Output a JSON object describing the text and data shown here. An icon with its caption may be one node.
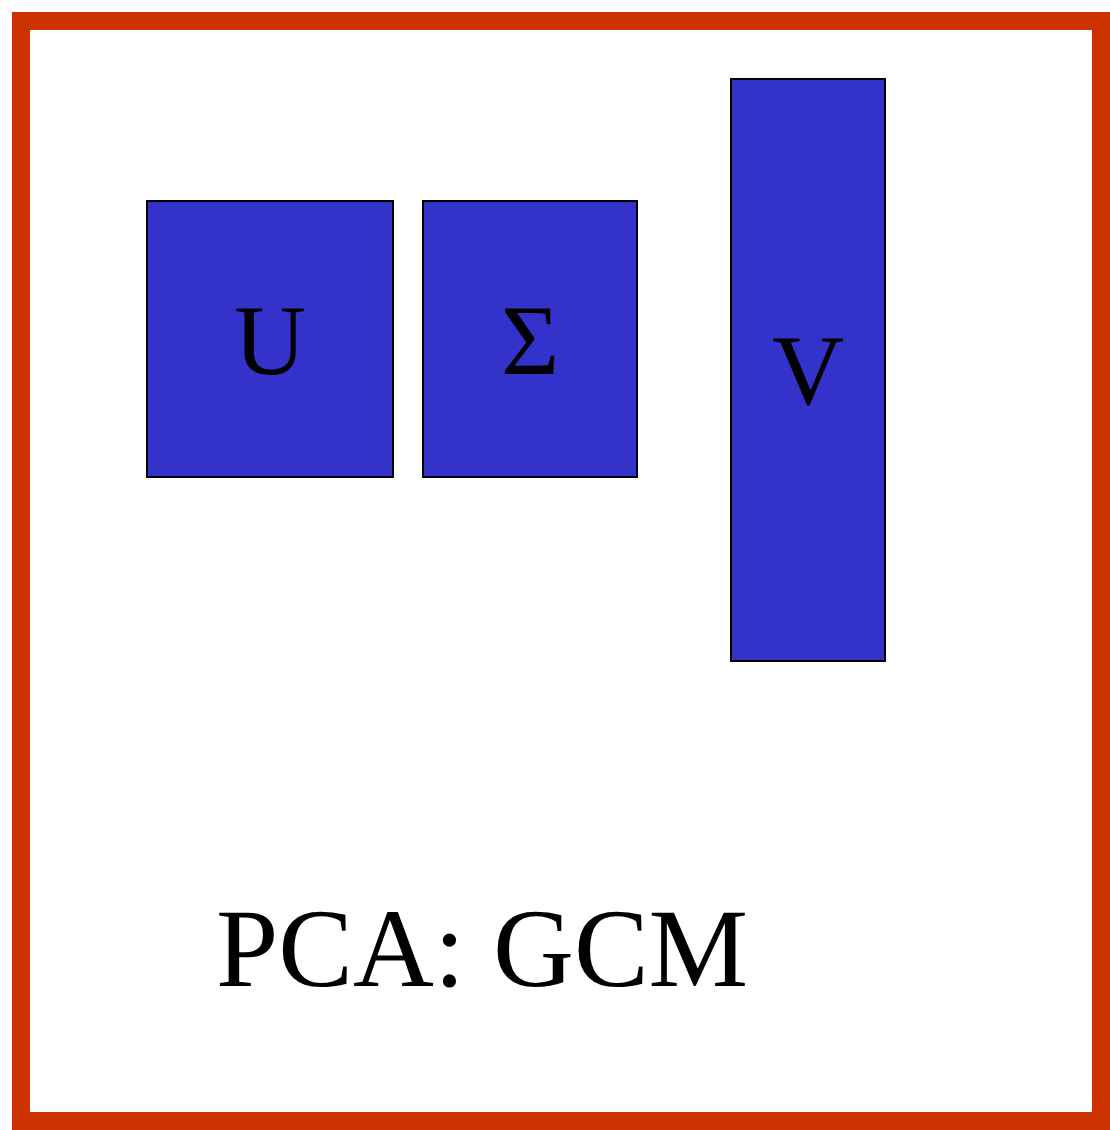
{
  "diagram": {
    "nodes": [
      {
        "text": [
          "PCA: GCM"
        ]
      },
      {
        "text": [
          "U"
        ],
        "in": 0
      },
      {
        "text": [
          "Σ"
        ],
        "in": 0
      },
      {
        "text": [
          "V"
        ],
        "in": 0
      }
    ]
  }
}
